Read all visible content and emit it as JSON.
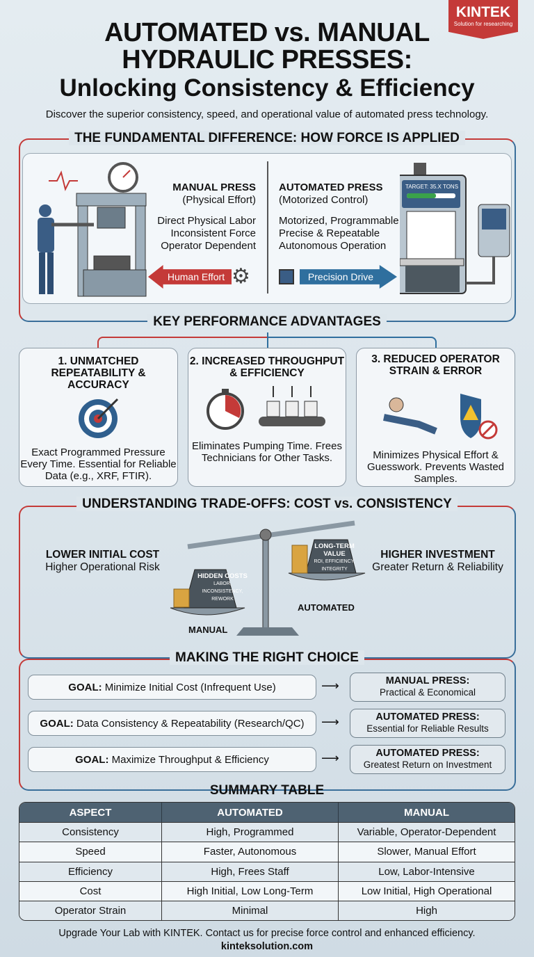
{
  "logo": {
    "name": "KINTEK",
    "tagline": "Solution for researching",
    "color": "#c43a38"
  },
  "header": {
    "title_line1": "AUTOMATED vs. MANUAL",
    "title_line2": "HYDRAULIC PRESSES:",
    "title_line3": "Unlocking Consistency & Efficiency",
    "subtitle": "Discover the superior consistency, speed, and operational value of automated press technology."
  },
  "section1": {
    "title": "THE FUNDAMENTAL DIFFERENCE: HOW FORCE IS APPLIED",
    "manual": {
      "title": "MANUAL PRESS",
      "subtitle": "(Physical Effort)",
      "points": [
        "Direct Physical Labor",
        "Inconsistent Force",
        "Operator Dependent"
      ],
      "arrow_label": "Human Effort",
      "icon": "gear-icon"
    },
    "automated": {
      "title": "AUTOMATED PRESS",
      "subtitle": "(Motorized Control)",
      "points": [
        "Motorized, Programmable",
        "Precise & Repeatable",
        "Autonomous Operation"
      ],
      "arrow_label": "Precision Drive",
      "icon": "chip-icon",
      "display_text": "TARGET: 35.X TONS"
    }
  },
  "section2": {
    "title": "KEY PERFORMANCE ADVANTAGES",
    "cards": [
      {
        "title": "1. UNMATCHED REPEATABILITY & ACCURACY",
        "text": "Exact Programmed Pressure Every Time. Essential for Reliable Data (e.g., XRF, FTIR).",
        "icon": "target-icon"
      },
      {
        "title": "2. INCREASED THROUGHPUT & EFFICIENCY",
        "text": "Eliminates Pumping Time. Frees Technicians for Other Tasks.",
        "icon": "stopwatch-conveyor-icon"
      },
      {
        "title": "3. REDUCED OPERATOR STRAIN & ERROR",
        "text": "Minimizes Physical Effort & Guesswork. Prevents Wasted Samples.",
        "icon": "shield-warning-icon"
      }
    ]
  },
  "section3": {
    "title": "UNDERSTANDING TRADE-OFFS: COST vs. CONSISTENCY",
    "left": {
      "title": "LOWER INITIAL COST",
      "text": "Higher Operational Risk"
    },
    "right": {
      "title": "HIGHER INVESTMENT",
      "text": "Greater Return & Reliability"
    },
    "scale": {
      "manual_label": "MANUAL",
      "manual_weight": "HIDDEN COSTS",
      "manual_weight_sub": "LABOR, INCONSISTENCY, REWORK",
      "automated_label": "AUTOMATED",
      "automated_weight": "LONG-TERM VALUE",
      "automated_weight_sub": "ROI, EFFICIENCY, INTEGRITY"
    }
  },
  "section4": {
    "title": "MAKING THE RIGHT CHOICE",
    "rows": [
      {
        "goal_label": "GOAL:",
        "goal": "Minimize Initial Cost (Infrequent Use)",
        "result_title": "MANUAL PRESS:",
        "result_text": "Practical & Economical"
      },
      {
        "goal_label": "GOAL:",
        "goal": "Data Consistency & Repeatability (Research/QC)",
        "result_title": "AUTOMATED PRESS:",
        "result_text": "Essential for Reliable Results"
      },
      {
        "goal_label": "GOAL:",
        "goal": "Maximize Throughput & Efficiency",
        "result_title": "AUTOMATED PRESS:",
        "result_text": "Greatest Return on Investment"
      }
    ]
  },
  "summary": {
    "title": "SUMMARY TABLE",
    "headers": [
      "ASPECT",
      "AUTOMATED",
      "MANUAL"
    ],
    "rows": [
      [
        "Consistency",
        "High, Programmed",
        "Variable, Operator-Dependent"
      ],
      [
        "Speed",
        "Faster, Autonomous",
        "Slower, Manual Effort"
      ],
      [
        "Efficiency",
        "High, Frees Staff",
        "Low, Labor-Intensive"
      ],
      [
        "Cost",
        "High Initial, Low Long-Term",
        "Low Initial, High Operational"
      ],
      [
        "Operator Strain",
        "Minimal",
        "High"
      ]
    ]
  },
  "footer": {
    "text": "Upgrade Your Lab with KINTEK. Contact us for precise force control and enhanced efficiency.",
    "url": "kinteksolution.com"
  },
  "colors": {
    "red": "#c43a38",
    "blue": "#2f6f9e",
    "table_header": "#4e6272"
  }
}
